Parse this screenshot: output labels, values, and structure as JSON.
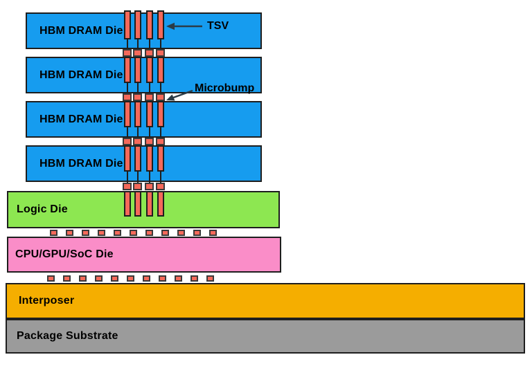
{
  "diagram": {
    "layers": {
      "hbm_dram": {
        "label": "HBM DRAM Die",
        "count": 4
      },
      "logic": {
        "label": "Logic Die"
      },
      "cpu": {
        "label": "CPU/GPU/SoC Die"
      },
      "interposer": {
        "label": "Interposer"
      },
      "substrate": {
        "label": "Package Substrate"
      }
    },
    "annotations": {
      "tsv": "TSV",
      "microbump": "Microbump"
    },
    "structure_counts": {
      "tsv_columns_per_die": 4,
      "microbumps_per_dram_gap": 4,
      "microbumps_logic_to_cpu": 11,
      "microbumps_cpu_to_interposer": 11
    }
  },
  "colors": {
    "hbm-die": "#169CEF",
    "logic-die": "#8DE751",
    "cpu-die": "#FA8DC8",
    "interposer": "#F5AE00",
    "substrate": "#9B9B9B",
    "bump": "#F5695A",
    "outline": "#1E1E1E",
    "bump-outline": "#3A3A3A",
    "arrow": "#2B3B46"
  }
}
